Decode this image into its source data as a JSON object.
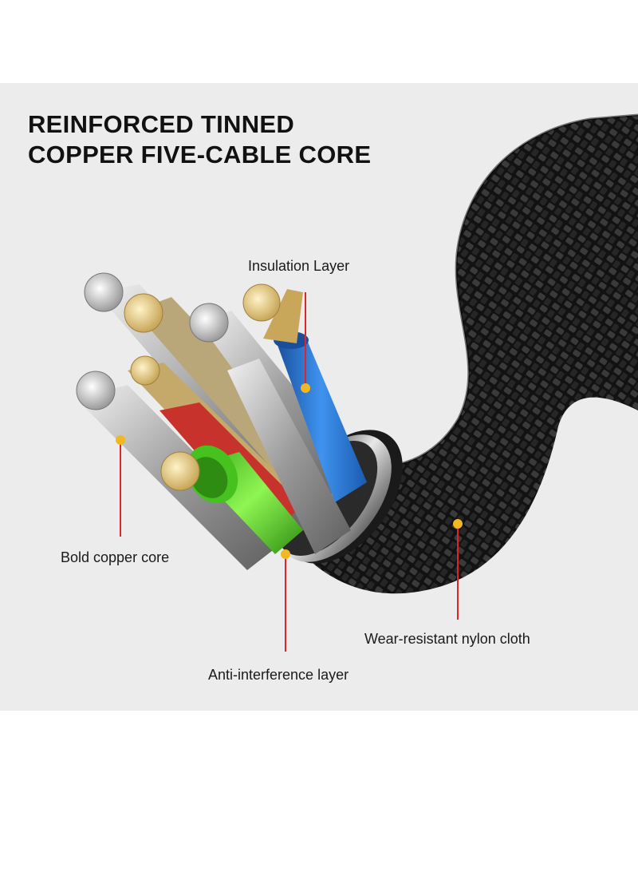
{
  "title": {
    "line1": "REINFORCED TINNED",
    "line2": "COPPER FIVE-CABLE CORE"
  },
  "callouts": {
    "insulation": "Insulation Layer",
    "copper": "Bold copper core",
    "nylon": "Wear-resistant nylon cloth",
    "anti_interference": "Anti-interference layer"
  },
  "colors": {
    "panel_background": "#ececec",
    "callout_line": "#e0242a",
    "callout_dot": "#f2b81f",
    "braid": "#151515",
    "insulation_blue": "#2a78d8",
    "insulation_green": "#5fd82f",
    "insulation_red": "#c8322c"
  }
}
